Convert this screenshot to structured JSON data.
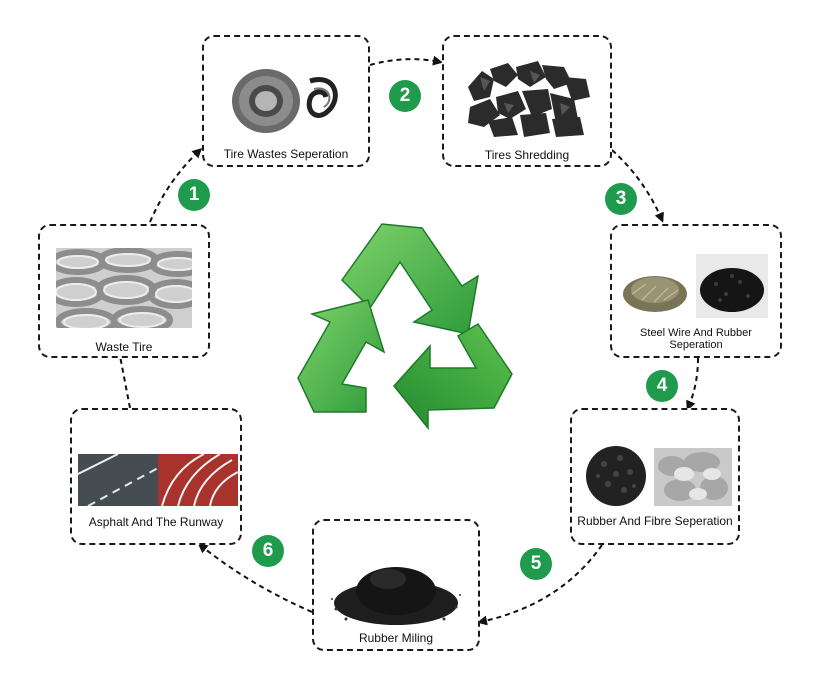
{
  "nodes": [
    {
      "id": "waste-tire",
      "label": "Waste Tire"
    },
    {
      "id": "tire-wastes-separation",
      "label": "Tire Wastes Seperation"
    },
    {
      "id": "tires-shredding",
      "label": "Tires Shredding"
    },
    {
      "id": "steel-wire-rubber-separation",
      "label": "Steel Wire And Rubber Seperation"
    },
    {
      "id": "rubber-fibre-separation",
      "label": "Rubber And Fibre Seperation"
    },
    {
      "id": "rubber-milling",
      "label": "Rubber Miling"
    },
    {
      "id": "asphalt-runway",
      "label": "Asphalt And The Runway"
    }
  ],
  "steps": [
    "1",
    "2",
    "3",
    "4",
    "5",
    "6"
  ],
  "colors": {
    "badge": "#1f9b4d",
    "recycle_green": "#3cb54a",
    "border": "#1a1a1a"
  },
  "icons": {
    "center": "recycle-symbol-icon"
  }
}
